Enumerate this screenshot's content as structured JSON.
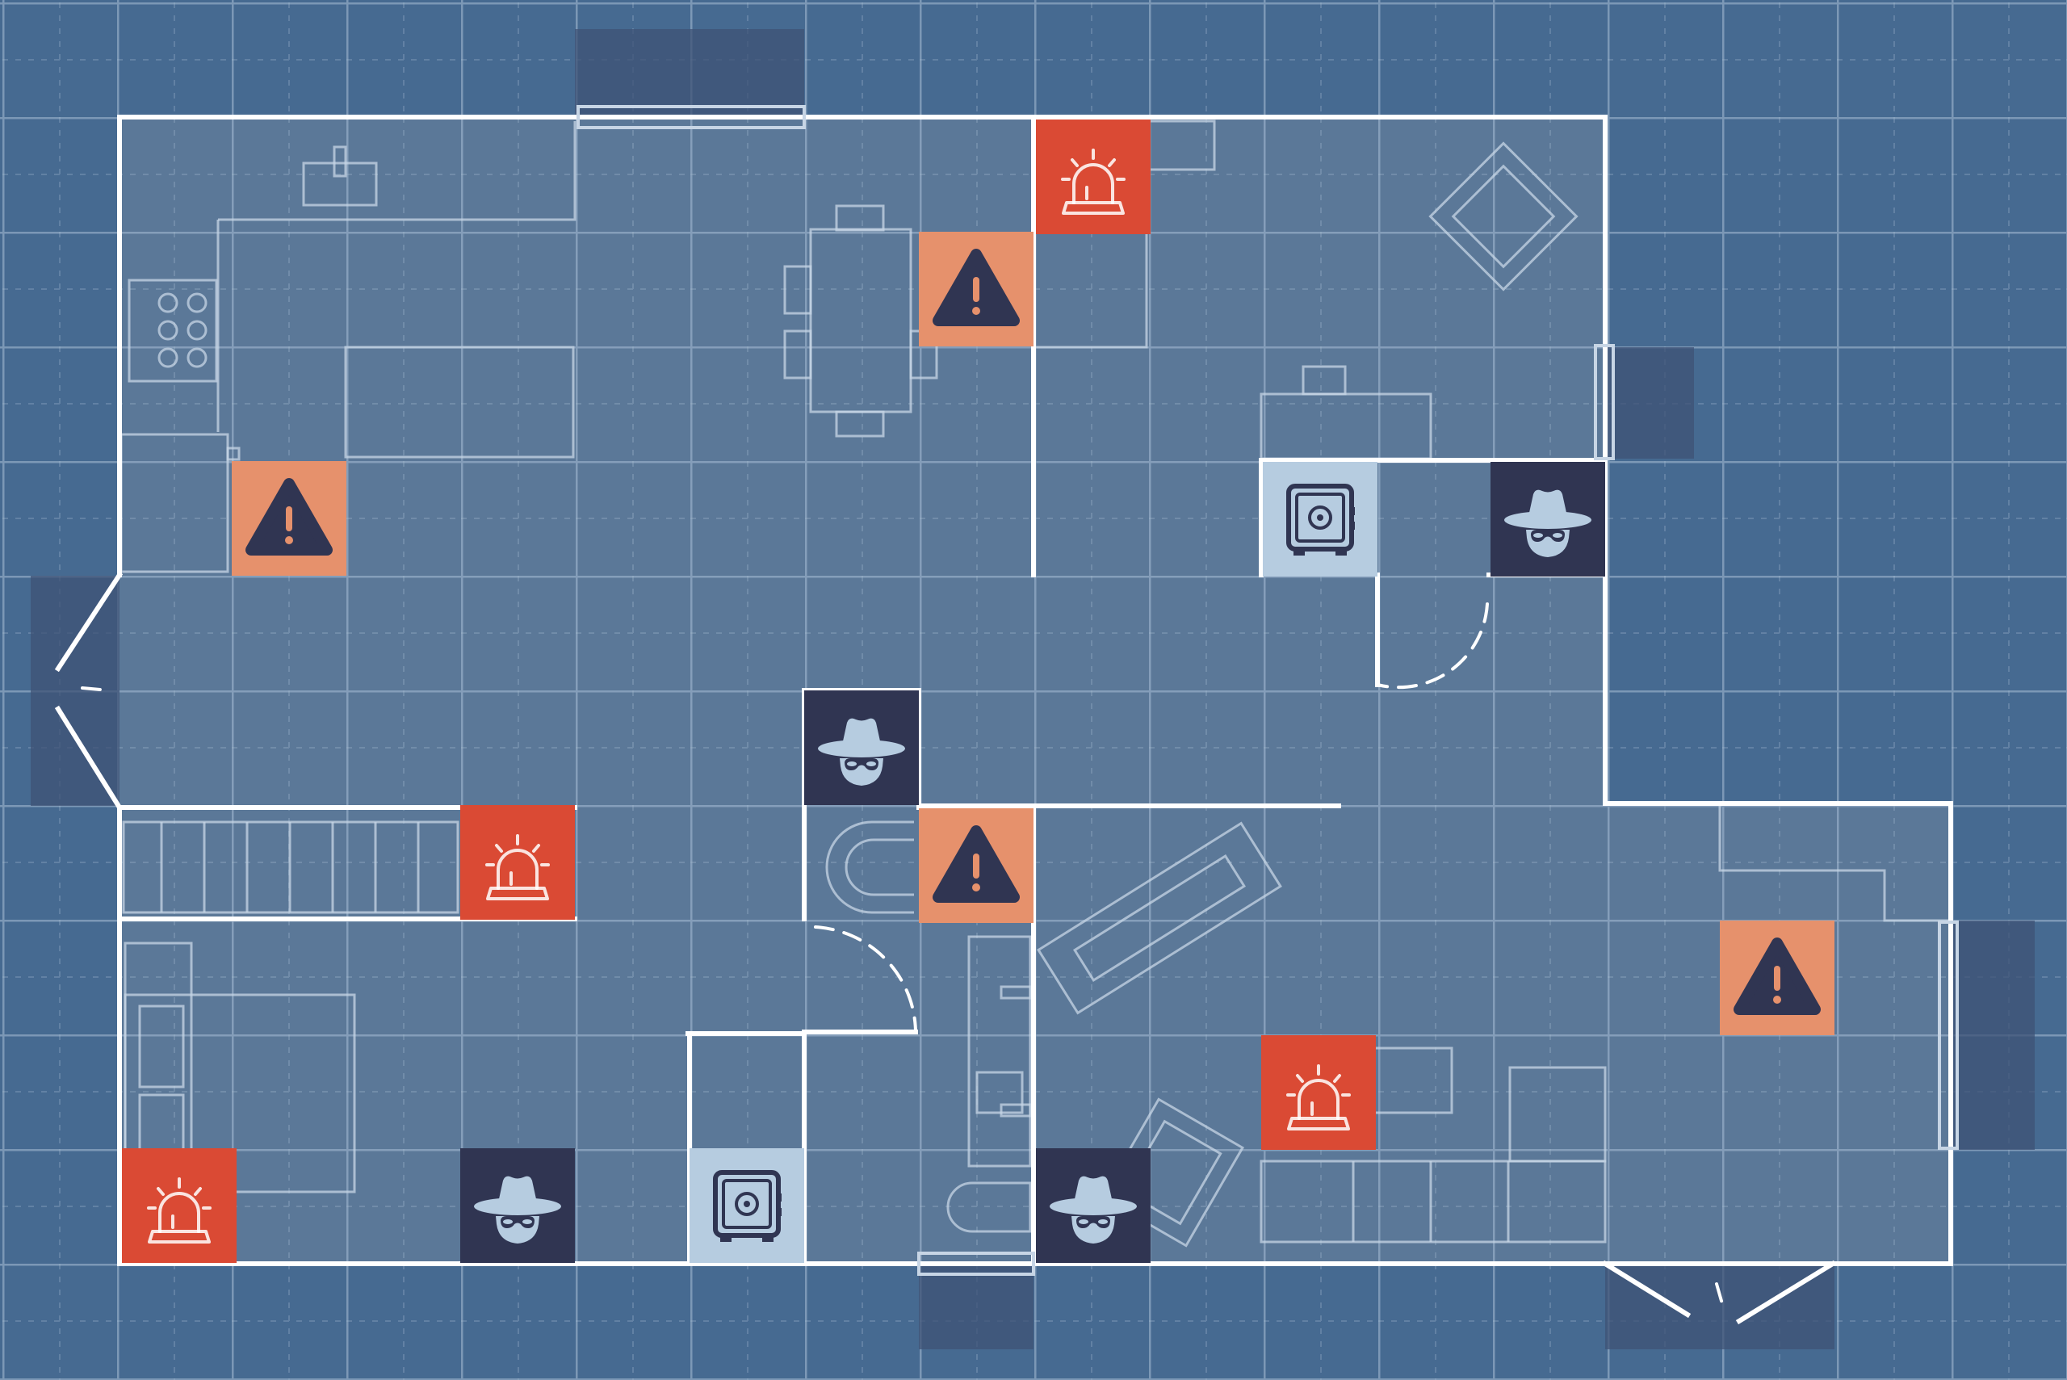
{
  "board": {
    "colors": {
      "background": "#466a91",
      "floor": "#5b7898",
      "wall": "#ffffff",
      "grid": "#a7bdd4",
      "hazard": "#e6916c",
      "alarm": "#da4a34",
      "thief": "#303552",
      "thief_icon": "#b6cce0",
      "safe": "#b6cce0",
      "safe_icon": "#303552",
      "shade": "#3f5375"
    },
    "tiles": [
      {
        "id": "alarm-1",
        "type": "alarm",
        "icon": "siren-icon",
        "label": "Alarm"
      },
      {
        "id": "hazard-1",
        "type": "hazard",
        "icon": "warning-icon",
        "label": "Hazard"
      },
      {
        "id": "hazard-2",
        "type": "hazard",
        "icon": "warning-icon",
        "label": "Hazard"
      },
      {
        "id": "safe-1",
        "type": "safe",
        "icon": "safe-icon",
        "label": "Safe"
      },
      {
        "id": "thief-1",
        "type": "thief",
        "icon": "thief-icon",
        "label": "Thief"
      },
      {
        "id": "thief-2",
        "type": "thief",
        "icon": "thief-icon",
        "label": "Thief"
      },
      {
        "id": "alarm-2",
        "type": "alarm",
        "icon": "siren-icon",
        "label": "Alarm"
      },
      {
        "id": "hazard-3",
        "type": "hazard",
        "icon": "warning-icon",
        "label": "Hazard"
      },
      {
        "id": "hazard-4",
        "type": "hazard",
        "icon": "warning-icon",
        "label": "Hazard"
      },
      {
        "id": "alarm-3",
        "type": "alarm",
        "icon": "siren-icon",
        "label": "Alarm"
      },
      {
        "id": "alarm-4",
        "type": "alarm",
        "icon": "siren-icon",
        "label": "Alarm"
      },
      {
        "id": "thief-3",
        "type": "thief",
        "icon": "thief-icon",
        "label": "Thief"
      },
      {
        "id": "safe-2",
        "type": "safe",
        "icon": "safe-icon",
        "label": "Safe"
      },
      {
        "id": "thief-4",
        "type": "thief",
        "icon": "thief-icon",
        "label": "Thief"
      }
    ]
  }
}
